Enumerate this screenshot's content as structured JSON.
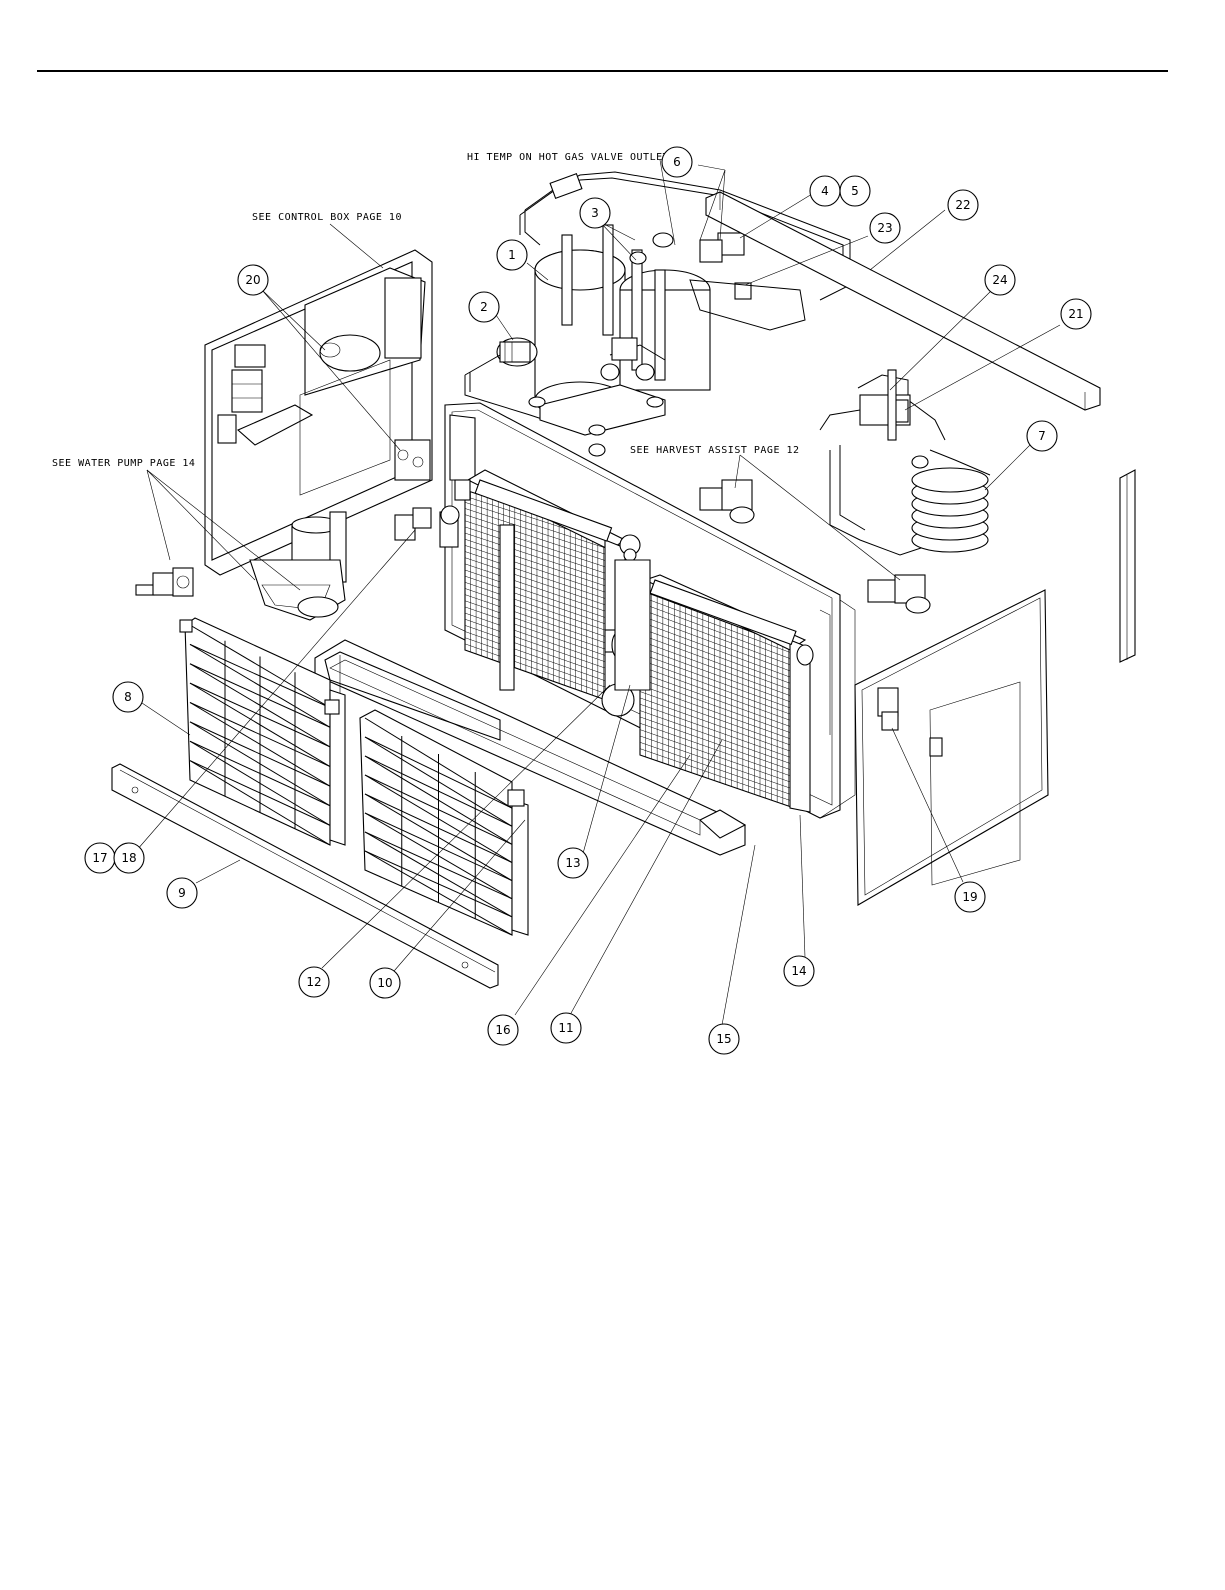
{
  "notes": {
    "hi_temp": "HI TEMP ON HOT GAS VALVE OUTLET",
    "control_box": "SEE CONTROL BOX PAGE 10",
    "water_pump": "SEE WATER PUMP PAGE 14",
    "harvest_assist": "SEE HARVEST ASSIST PAGE 12"
  },
  "callouts": [
    "1",
    "2",
    "3",
    "4",
    "5",
    "6",
    "7",
    "8",
    "9",
    "10",
    "11",
    "12",
    "13",
    "14",
    "15",
    "16",
    "17",
    "18",
    "19",
    "20",
    "21",
    "22",
    "23",
    "24"
  ]
}
